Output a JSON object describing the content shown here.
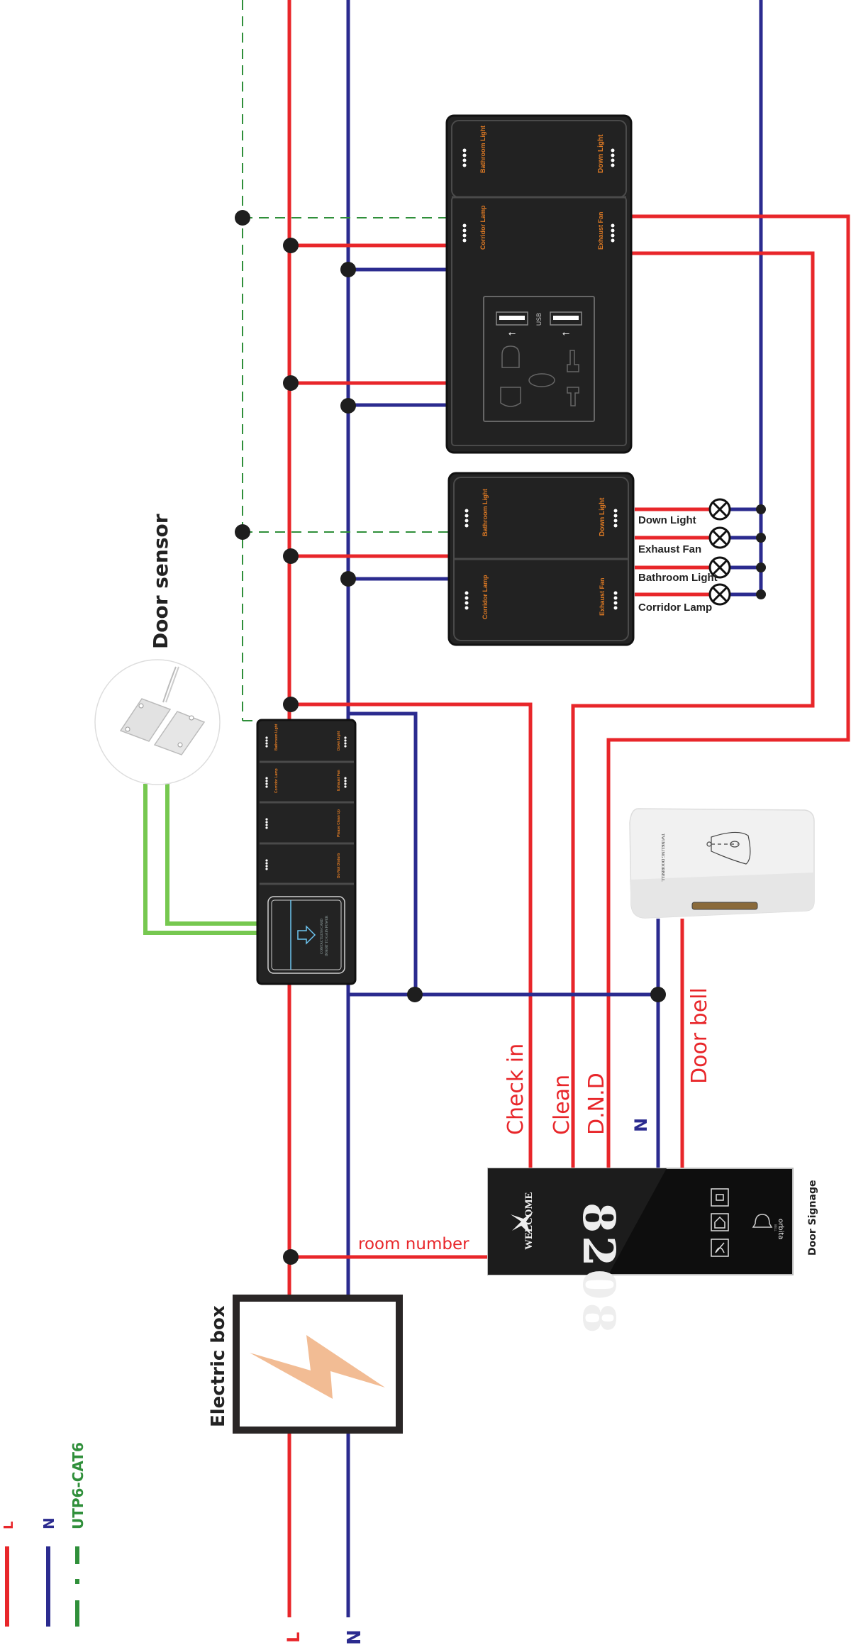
{
  "title_labels": {
    "door_sensor": "Door sensor",
    "electric_box": "Electric box",
    "door_signage": "Door Signage",
    "door_bell": "Door bell",
    "room_number": "room number"
  },
  "signal_labels": {
    "check_in": "Check in",
    "clean": "Clean",
    "dnd": "D.N.D",
    "neutral": "N"
  },
  "bus_labels": {
    "live": "L",
    "neutral": "N"
  },
  "legend": [
    {
      "key": "L",
      "color": "#e8262a",
      "style": "solid"
    },
    {
      "key": "N",
      "color": "#2b2b8f",
      "style": "solid"
    },
    {
      "key": "UTP6-CAT6",
      "color": "#2f8f3a",
      "style": "dashed"
    }
  ],
  "switch_panel_top": {
    "buttons": [
      "Bathroom Light",
      "Down Light",
      "Corridor Lamp",
      "Exhaust Fan"
    ],
    "socket": {
      "usb_label": "USB",
      "usb_ports": 2
    }
  },
  "switch_panel_mid": {
    "buttons": [
      "Bathroom Light",
      "Down Light",
      "Corridor Lamp",
      "Exhaust Fan"
    ]
  },
  "lamps": [
    "Down Light",
    "Exhaust Fan",
    "Bathroom Light",
    "Corridor Lamp"
  ],
  "card_switch": {
    "buttons": [
      "Bathroom Light",
      "Down Light",
      "Corridor Lamp",
      "Exhaust Fan",
      "Please Clean Up",
      "Do Not Disturb"
    ],
    "card_text_line1": "CONTACTLESS CARD",
    "card_text_line2": "INSERT TO GAIN POWER"
  },
  "door_signage": {
    "welcome": "WELCOME",
    "room_number": "8208",
    "icons": [
      "Make Up Room",
      "Check In",
      "Don't Disturb"
    ],
    "bell_label": "BELL",
    "brand": "orbita"
  },
  "doorbell": {
    "label": "TWINKLING DOORBELL"
  },
  "colors": {
    "live": "#e8262a",
    "neutral": "#2b2b8f",
    "network": "#2f8f3a",
    "sensor_cable": "#76c850",
    "panel": "#232323",
    "panel_text": "#e07b24",
    "bolt": "#f2bc94"
  }
}
